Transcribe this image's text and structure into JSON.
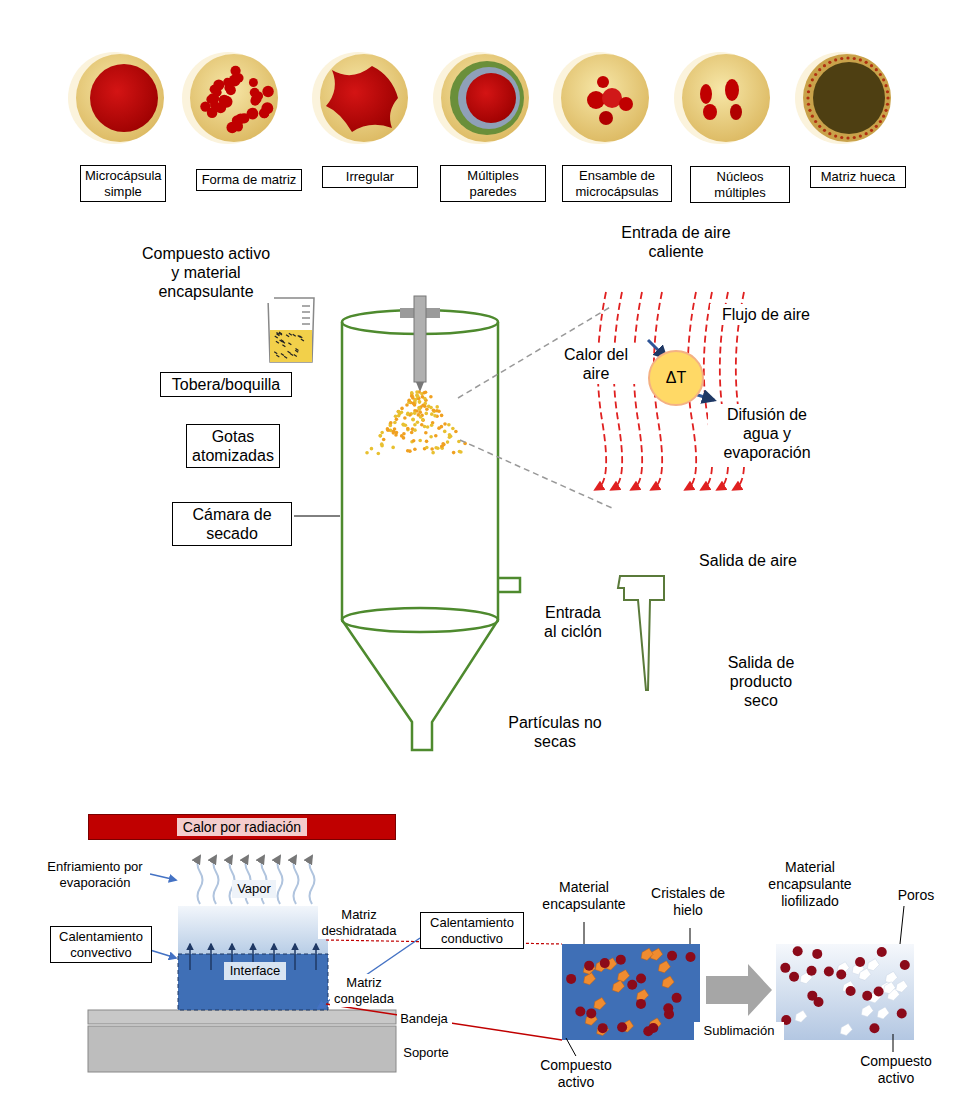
{
  "diagram": {
    "nodes": [
      {
        "text": [
          "Microcápsula simple"
        ]
      },
      {
        "text": [
          "Forma de matriz"
        ]
      },
      {
        "text": [
          "Irregular"
        ]
      },
      {
        "text": [
          "Múltiples paredes"
        ]
      },
      {
        "text": [
          "Ensamble de microcápsulas"
        ]
      },
      {
        "text": [
          "Núcleos múltiples"
        ]
      },
      {
        "text": [
          "Matriz hueca"
        ]
      },
      {
        "text": [
          "Tobera/boquilla"
        ]
      },
      {
        "text": [
          "Gotas atomizadas"
        ]
      },
      {
        "text": [
          "Cámara de secado"
        ]
      },
      {
        "text": [
          "ΔT"
        ]
      },
      {
        "text": [
          "Calor por radiación"
        ]
      },
      {
        "text": [
          "Calentamiento convectivo"
        ]
      },
      {
        "text": [
          "Calentamiento conductivo"
        ]
      }
    ],
    "labels": [
      "Compuesto activo y material encapsulante",
      "Entrada de aire caliente",
      "Flujo de aire",
      "Calor del aire",
      "Difusión de agua y evaporación",
      "Salida de aire",
      "Entrada al ciclón",
      "Salida de producto seco",
      "Partículas no secas",
      "Enfriamiento por evaporación",
      "Vapor",
      "Matriz deshidratada",
      "Interface",
      "Matriz congelada",
      "Bandeja",
      "Soporte",
      "Material encapsulante",
      "Cristales de hielo",
      "Material encapsulante liofilizado",
      "Poros",
      "Sublimación",
      "Compuesto activo",
      "Compuesto activo"
    ]
  }
}
